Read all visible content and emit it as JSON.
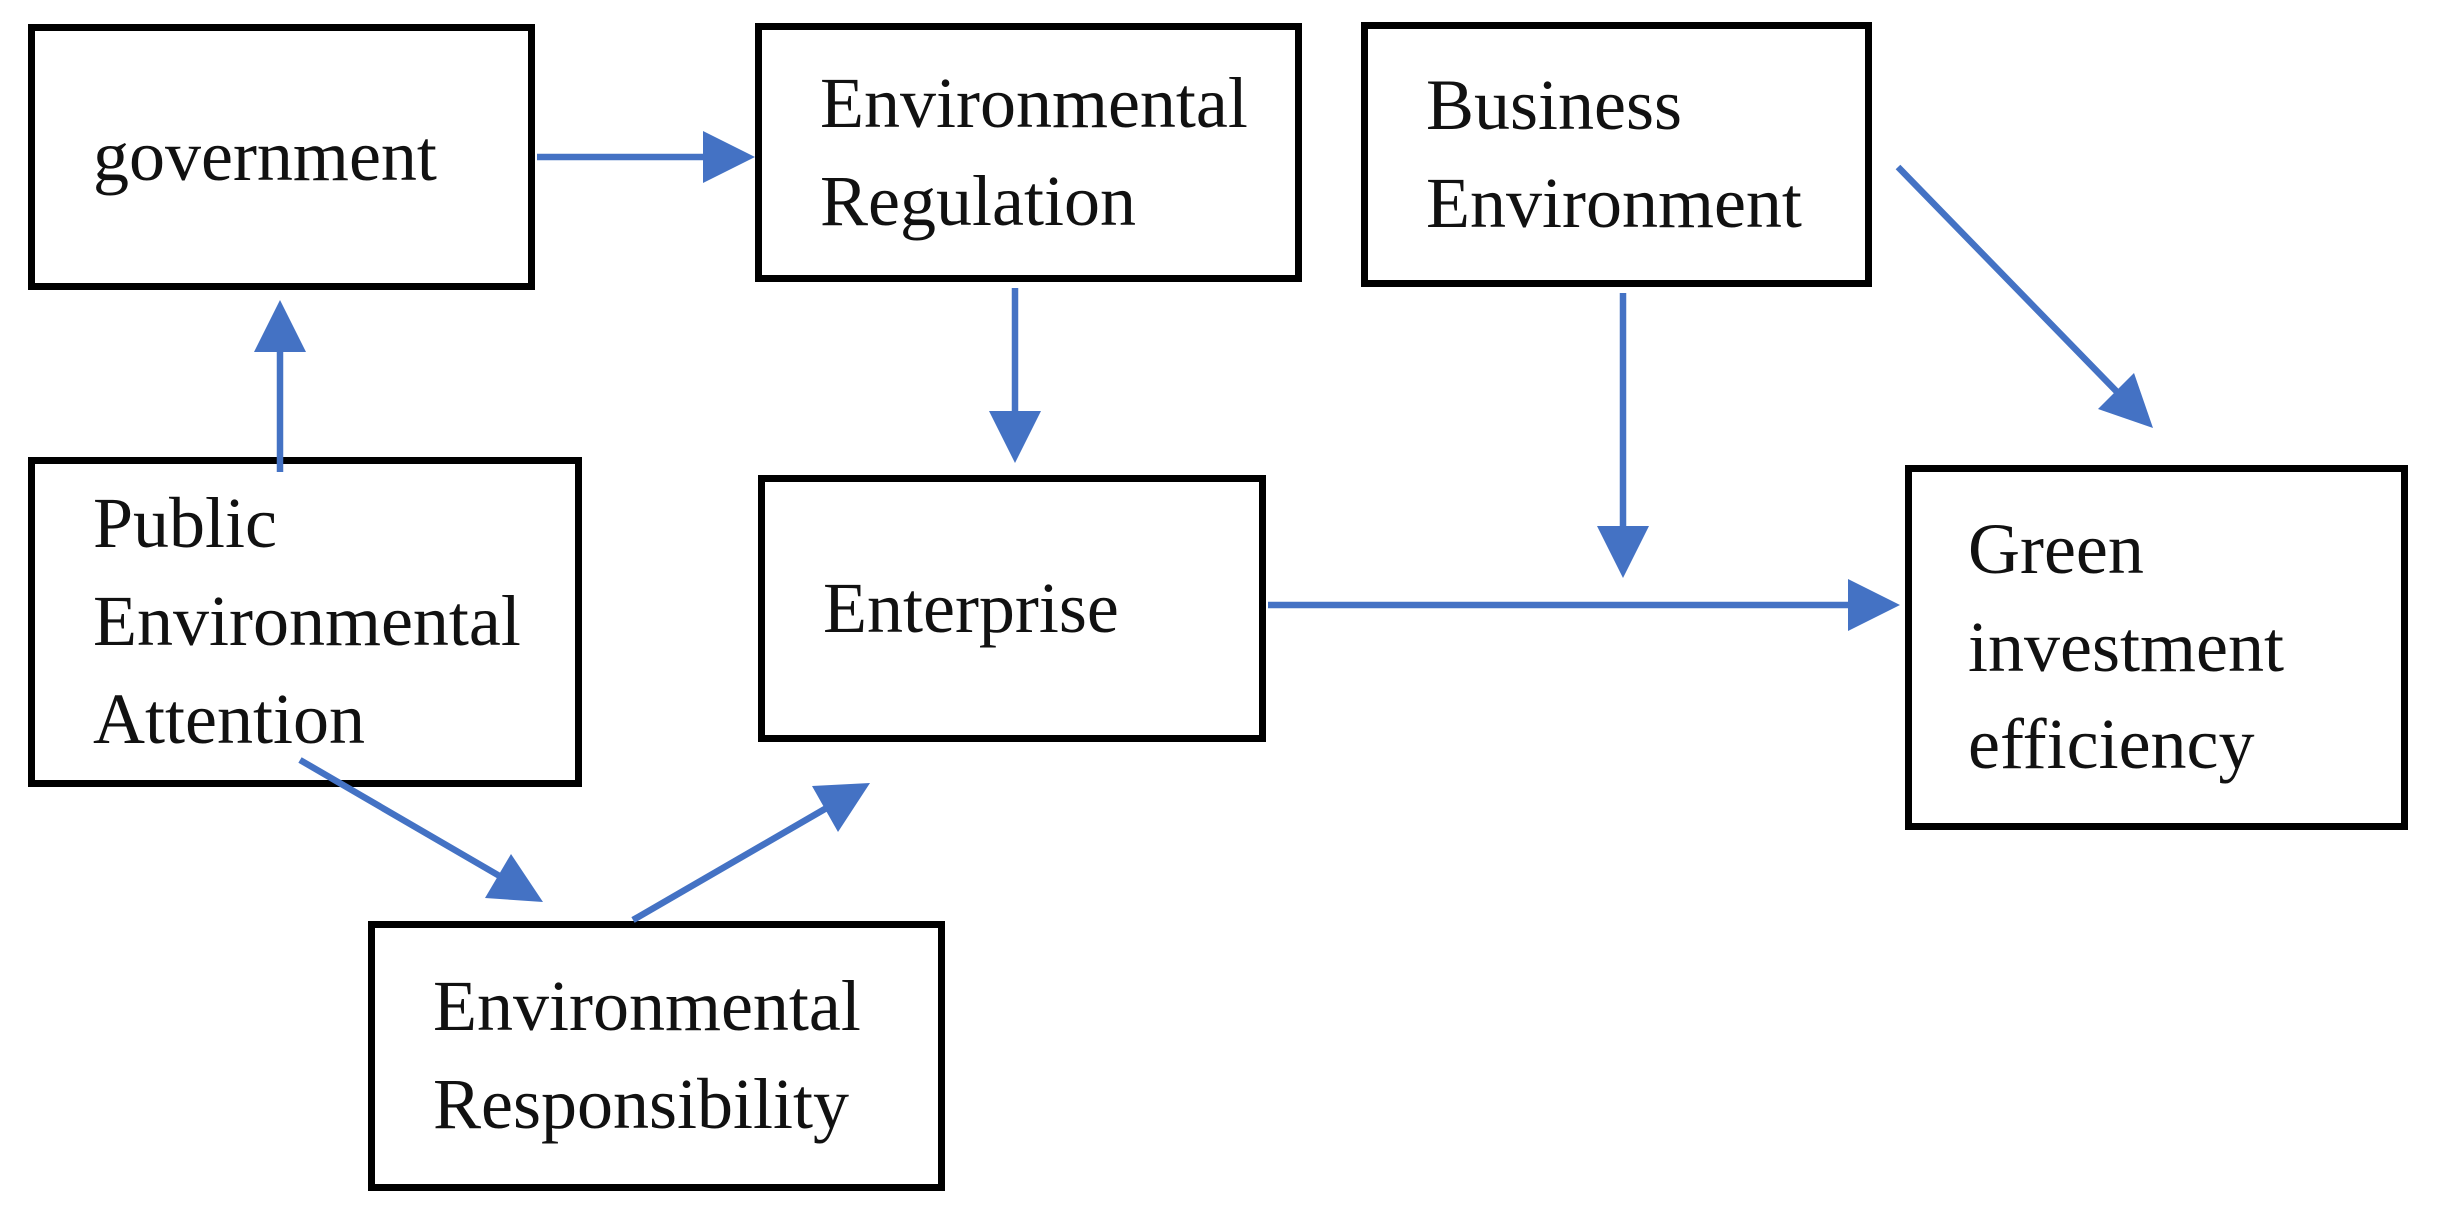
{
  "diagram": {
    "type": "concept-flow-diagram",
    "colors": {
      "arrow": "#4472C4",
      "border": "#000000",
      "text": "#111111",
      "background": "#ffffff"
    },
    "nodes": {
      "government": {
        "label": "government"
      },
      "environmental_regulation": {
        "label": "Environmental Regulation"
      },
      "business_environment": {
        "label": "Business Environment"
      },
      "public_environmental_attention": {
        "label": "Public Environmental Attention"
      },
      "enterprise": {
        "label": "Enterprise"
      },
      "green_investment_efficiency": {
        "label": "Green investment efficiency"
      },
      "environmental_responsibility": {
        "label": "Environmental Responsibility"
      }
    },
    "edges": [
      {
        "from": "government",
        "to": "environmental_regulation"
      },
      {
        "from": "public_environmental_attention",
        "to": "government"
      },
      {
        "from": "environmental_regulation",
        "to": "enterprise"
      },
      {
        "from": "enterprise",
        "to": "green_investment_efficiency"
      },
      {
        "from": "business_environment",
        "to": "enterprise_to_green_link"
      },
      {
        "from": "business_environment",
        "to": "green_investment_efficiency"
      },
      {
        "from": "public_environmental_attention",
        "to": "environmental_responsibility"
      },
      {
        "from": "environmental_responsibility",
        "to": "enterprise"
      }
    ]
  }
}
